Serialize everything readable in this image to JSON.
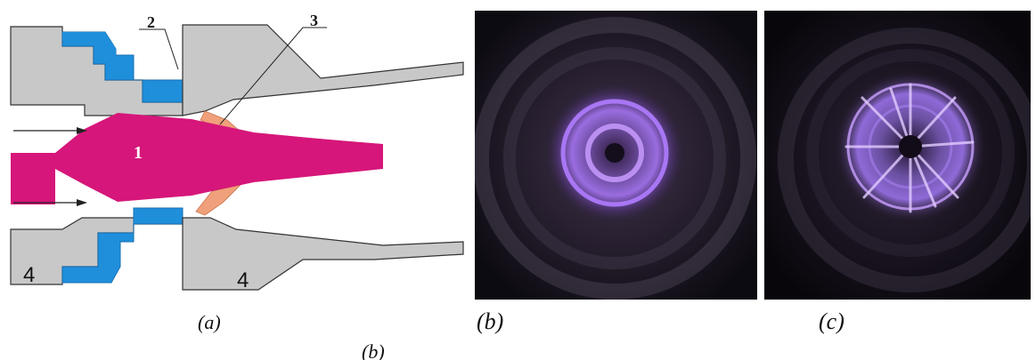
{
  "figure": {
    "schematic": {
      "labels": {
        "electrode": "1",
        "insulator": "2",
        "discharge_zone": "3",
        "housing_top": "4",
        "housing_bottom": "4"
      },
      "caption": "(a)"
    },
    "photo_b": {
      "caption": "(b)"
    },
    "photo_c": {
      "caption": "(c)"
    },
    "bottom_caption": "(b)",
    "colors": {
      "electrode": "#d6167a",
      "insulator": "#1f8fdc",
      "discharge": "#f0a07a",
      "housing": "#c8c8c8",
      "outline": "#333333",
      "glow": "#b07cff"
    }
  }
}
